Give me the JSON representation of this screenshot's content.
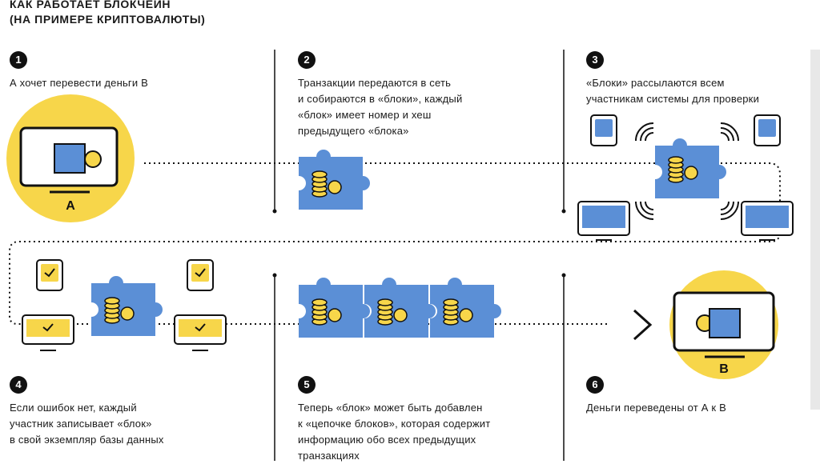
{
  "header": {
    "title_line1": "КАК РАБОТАЕТ БЛОКЧЕЙН",
    "title_line2": "(НА ПРИМЕРЕ КРИПТОВАЛЮТЫ)"
  },
  "steps": [
    {
      "num": "1",
      "text": "А хочет перевести деньги В"
    },
    {
      "num": "2",
      "text": "Транзакции передаются в сеть\nи собираются в «блоки», каждый\n«блок» имеет номер и хеш\nпредыдущего «блока»"
    },
    {
      "num": "3",
      "text": "«Блоки» рассылаются всем\nучастникам системы для проверки"
    },
    {
      "num": "4",
      "text": "Если ошибок нет, каждый\nучастник записывает «блок»\nв свой экземпляр базы данных"
    },
    {
      "num": "5",
      "text": "Теперь «блок» может быть добавлен\nк «цепочке блоков», которая содержит\nинформацию обо всех предыдущих\nтранзакциях"
    },
    {
      "num": "6",
      "text": "Деньги переведены от А к В"
    }
  ],
  "labels": {
    "sender": "А",
    "receiver": "В"
  },
  "colors": {
    "yellow": "#f7d64a",
    "blue": "#5b8fd6",
    "dark": "#111111",
    "strip": "#e8e8e8"
  },
  "icons": [
    "wallet-icon",
    "coin-stack-icon",
    "puzzle-block-icon",
    "monitor-icon",
    "tablet-icon",
    "checkmark-icon",
    "wifi-signal-icon",
    "arrow-right-icon"
  ]
}
